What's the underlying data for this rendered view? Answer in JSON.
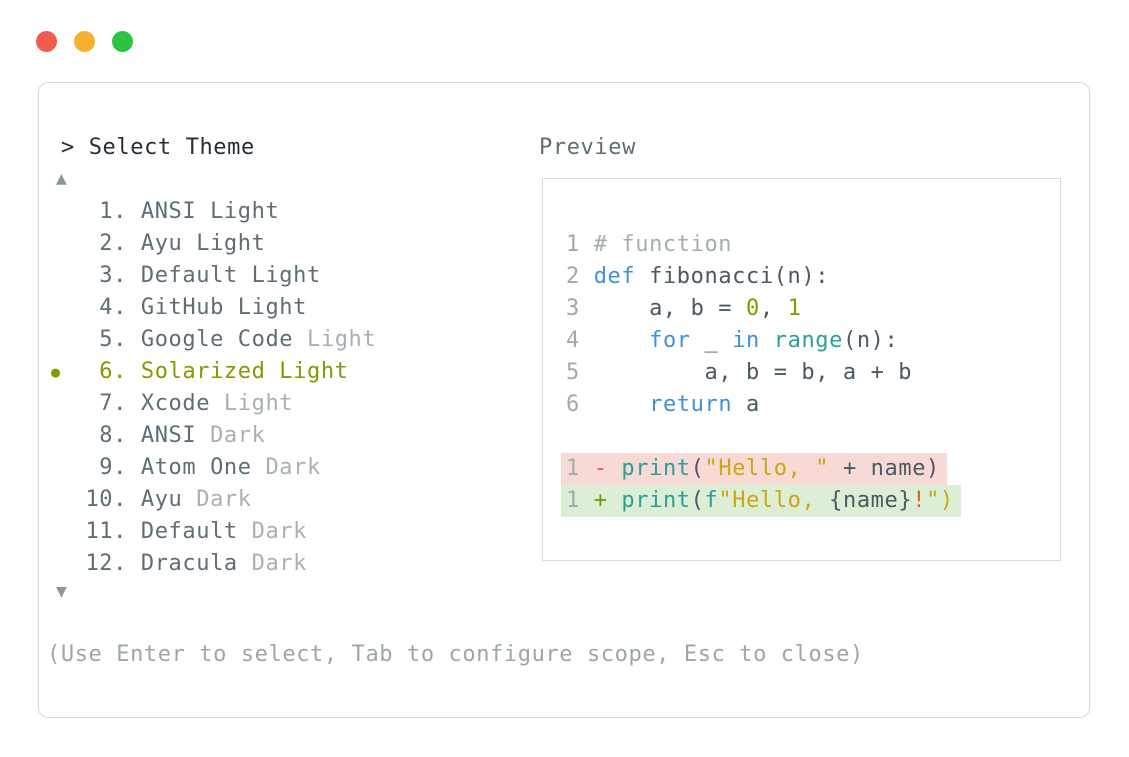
{
  "window": {
    "controls": [
      {
        "name": "close-button",
        "color": "#f15c50"
      },
      {
        "name": "minimize-button",
        "color": "#f4b12d"
      },
      {
        "name": "maximize-button",
        "color": "#2dc340"
      }
    ]
  },
  "panel": {
    "title": "> Select Theme",
    "preview_label": "Preview",
    "scroll_up_icon": "▲",
    "scroll_down_icon": "▼",
    "help_text": "(Use Enter to select, Tab to configure scope, Esc to close)"
  },
  "theme_list": {
    "selected_bullet": "●",
    "selected_color": "#859900",
    "items": [
      {
        "number": "1.",
        "name": "ANSI",
        "variant": "Light",
        "dim_variant": false,
        "selected": false
      },
      {
        "number": "2.",
        "name": "Ayu",
        "variant": "Light",
        "dim_variant": false,
        "selected": false
      },
      {
        "number": "3.",
        "name": "Default",
        "variant": "Light",
        "dim_variant": false,
        "selected": false
      },
      {
        "number": "4.",
        "name": "GitHub",
        "variant": "Light",
        "dim_variant": false,
        "selected": false
      },
      {
        "number": "5.",
        "name": "Google Code",
        "variant": "Light",
        "dim_variant": true,
        "selected": false
      },
      {
        "number": "6.",
        "name": "Solarized",
        "variant": "Light",
        "dim_variant": false,
        "selected": true
      },
      {
        "number": "7.",
        "name": "Xcode",
        "variant": "Light",
        "dim_variant": true,
        "selected": false
      },
      {
        "number": "8.",
        "name": "ANSI",
        "variant": "Dark",
        "dim_variant": true,
        "selected": false
      },
      {
        "number": "9.",
        "name": "Atom One",
        "variant": "Dark",
        "dim_variant": true,
        "selected": false
      },
      {
        "number": "10.",
        "name": "Ayu",
        "variant": "Dark",
        "dim_variant": true,
        "selected": false
      },
      {
        "number": "11.",
        "name": "Default",
        "variant": "Dark",
        "dim_variant": true,
        "selected": false
      },
      {
        "number": "12.",
        "name": "Dracula",
        "variant": "Dark",
        "dim_variant": true,
        "selected": false
      }
    ]
  },
  "preview": {
    "syntax_colors": {
      "default": "#4a5a63",
      "comment": "#a3aeb3",
      "keyword": "#4191d6",
      "builtin": "#2aa198",
      "number": "#859900",
      "string": "#cda70e",
      "minus": "#db574f",
      "plus": "#7f9400",
      "exclaim": "#cb6d1f",
      "line_number": "#9fa9ae"
    },
    "diff_bg_colors": {
      "removed": "#f7dad6",
      "added": "#dcefd6"
    },
    "code_lines": [
      {
        "num": "1",
        "segments": [
          {
            "t": "# function",
            "c": "comment"
          }
        ]
      },
      {
        "num": "2",
        "segments": [
          {
            "t": "def",
            "c": "keyword"
          },
          {
            "t": " fibonacci(n):",
            "c": "default"
          }
        ]
      },
      {
        "num": "3",
        "segments": [
          {
            "t": "    a, b = ",
            "c": "default"
          },
          {
            "t": "0",
            "c": "number"
          },
          {
            "t": ", ",
            "c": "default"
          },
          {
            "t": "1",
            "c": "number"
          }
        ]
      },
      {
        "num": "4",
        "segments": [
          {
            "t": "    ",
            "c": "default"
          },
          {
            "t": "for",
            "c": "keyword"
          },
          {
            "t": " _ ",
            "c": "default"
          },
          {
            "t": "in",
            "c": "keyword"
          },
          {
            "t": " ",
            "c": "default"
          },
          {
            "t": "range",
            "c": "builtin"
          },
          {
            "t": "(n):",
            "c": "default"
          }
        ]
      },
      {
        "num": "5",
        "segments": [
          {
            "t": "        a, b = b, a + b",
            "c": "default"
          }
        ]
      },
      {
        "num": "6",
        "segments": [
          {
            "t": "    ",
            "c": "default"
          },
          {
            "t": "return",
            "c": "keyword"
          },
          {
            "t": " a",
            "c": "default"
          }
        ]
      }
    ],
    "diff_lines": [
      {
        "num": "1",
        "bg": "removed",
        "segments": [
          {
            "t": "-",
            "c": "minus"
          },
          {
            "t": " ",
            "c": "default"
          },
          {
            "t": "print",
            "c": "builtin"
          },
          {
            "t": "(",
            "c": "default"
          },
          {
            "t": "\"Hello, \"",
            "c": "string"
          },
          {
            "t": " + name)",
            "c": "default"
          }
        ]
      },
      {
        "num": "1",
        "bg": "added",
        "segments": [
          {
            "t": "+",
            "c": "plus"
          },
          {
            "t": " ",
            "c": "default"
          },
          {
            "t": "print",
            "c": "builtin"
          },
          {
            "t": "(",
            "c": "default"
          },
          {
            "t": "f",
            "c": "builtin"
          },
          {
            "t": "\"Hello, ",
            "c": "string"
          },
          {
            "t": "{name}",
            "c": "default"
          },
          {
            "t": "!",
            "c": "exclaim"
          },
          {
            "t": "\")",
            "c": "string"
          }
        ]
      }
    ]
  }
}
